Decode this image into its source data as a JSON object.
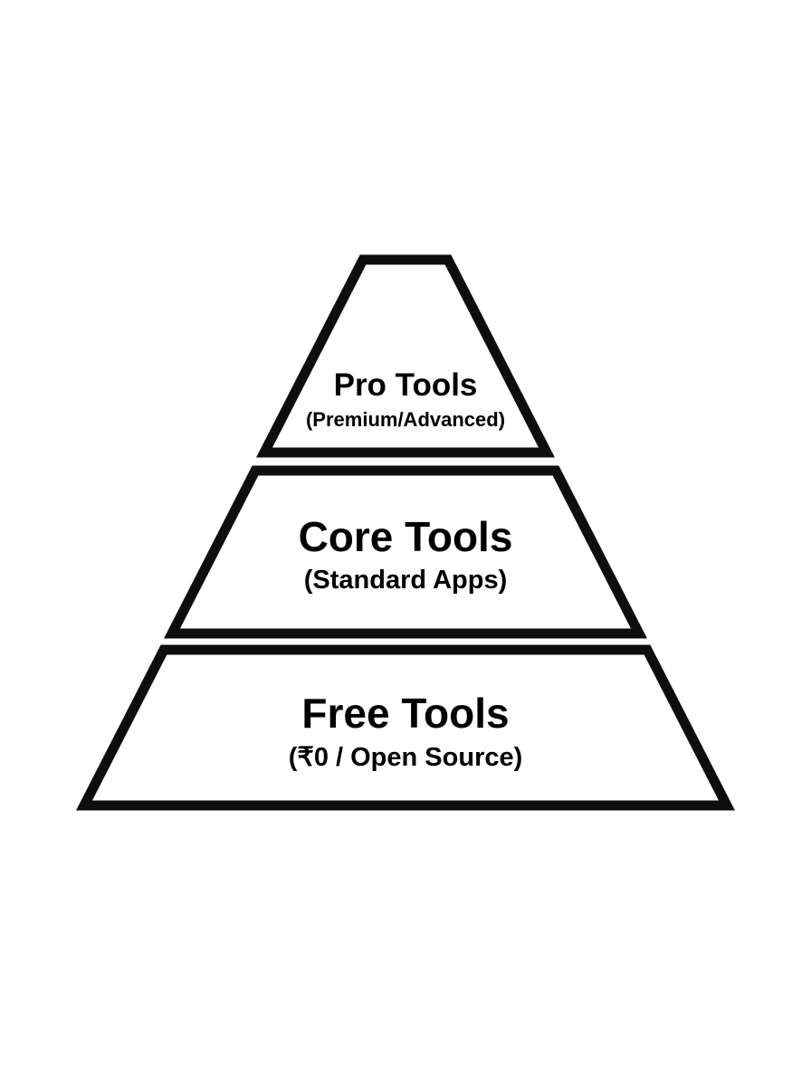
{
  "diagram": {
    "type": "pyramid",
    "background_color": "#ffffff",
    "stroke_color": "#0e0e0e",
    "text_color": "#000000",
    "tiers": [
      {
        "level": 1,
        "title": "Pro Tools",
        "subtitle": "(Premium/Advanced)"
      },
      {
        "level": 2,
        "title": "Core Tools",
        "subtitle": "(Standard Apps)"
      },
      {
        "level": 3,
        "title": "Free Tools",
        "subtitle": "(₹0 / Open Source)"
      }
    ]
  }
}
